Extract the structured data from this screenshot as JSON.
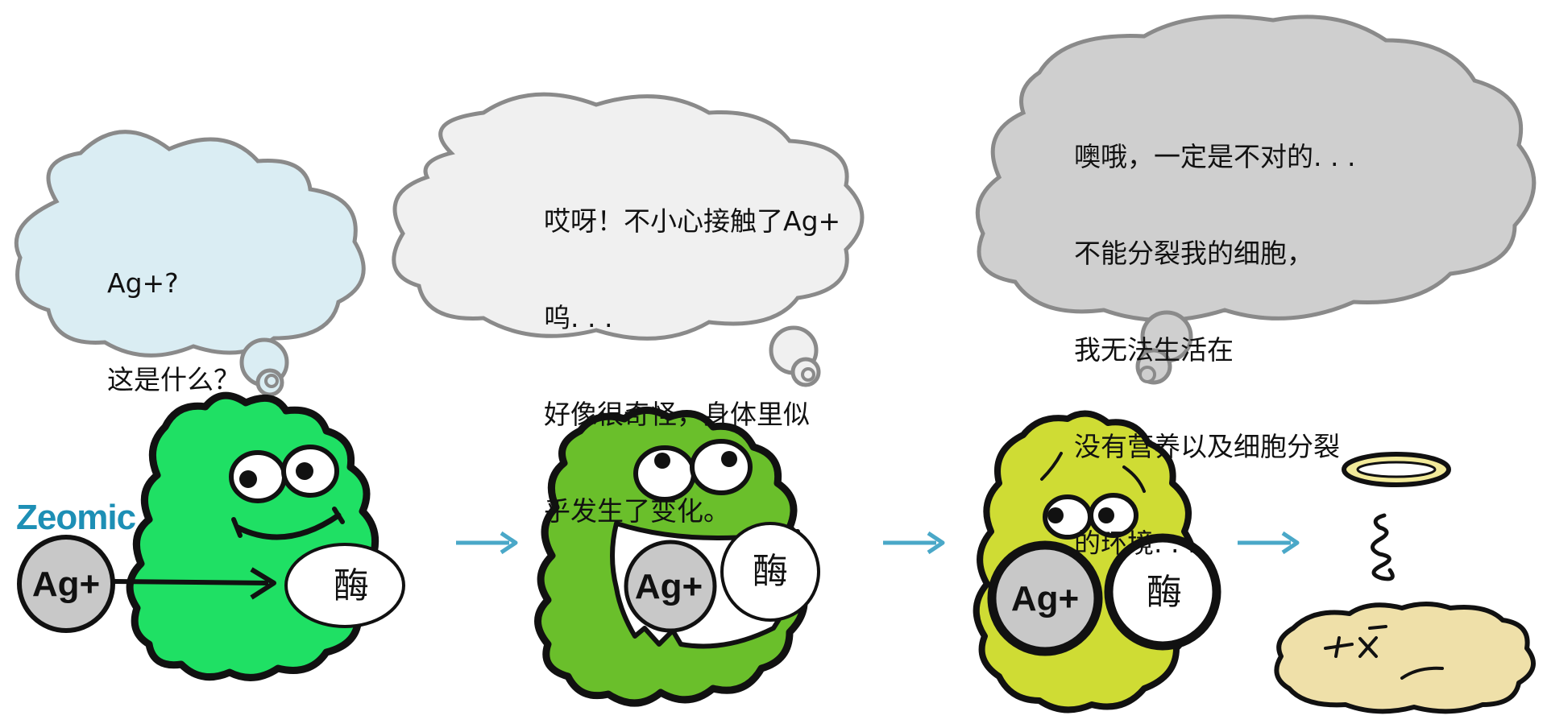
{
  "brand": {
    "name": "Zeomic",
    "color": "#1d8fb5"
  },
  "bubbles": [
    {
      "lines": [
        "Ag+?",
        "这是什么？"
      ],
      "fill": "#daedf3"
    },
    {
      "lines": [
        "哎呀！不小心接触了Ag+",
        "呜. . .",
        "好像很奇怪，身体里似",
        "乎发生了变化。"
      ],
      "fill": "#f0f0f0"
    },
    {
      "lines": [
        "噢哦，一定是不对的. . .",
        "不能分裂我的细胞，",
        "我无法生活在",
        "没有营养以及细胞分裂",
        "的环境. . ."
      ],
      "fill": "#cfcfcf"
    }
  ],
  "labels": {
    "ion": "Ag+",
    "enzyme": "酶"
  },
  "stages": [
    {
      "state": "healthy",
      "body_color": "#1fe064"
    },
    {
      "state": "contact",
      "body_color": "#6abf2b"
    },
    {
      "state": "bound",
      "body_color": "#cfdc34"
    },
    {
      "state": "dead",
      "body_color": "#efe0a9"
    }
  ],
  "colors": {
    "arrow": "#4aa8c8",
    "outline": "#111111",
    "bubble_outline": "#8a8a8a",
    "ion_circle": "#c8c8c8",
    "halo": "#f2ea9a"
  }
}
